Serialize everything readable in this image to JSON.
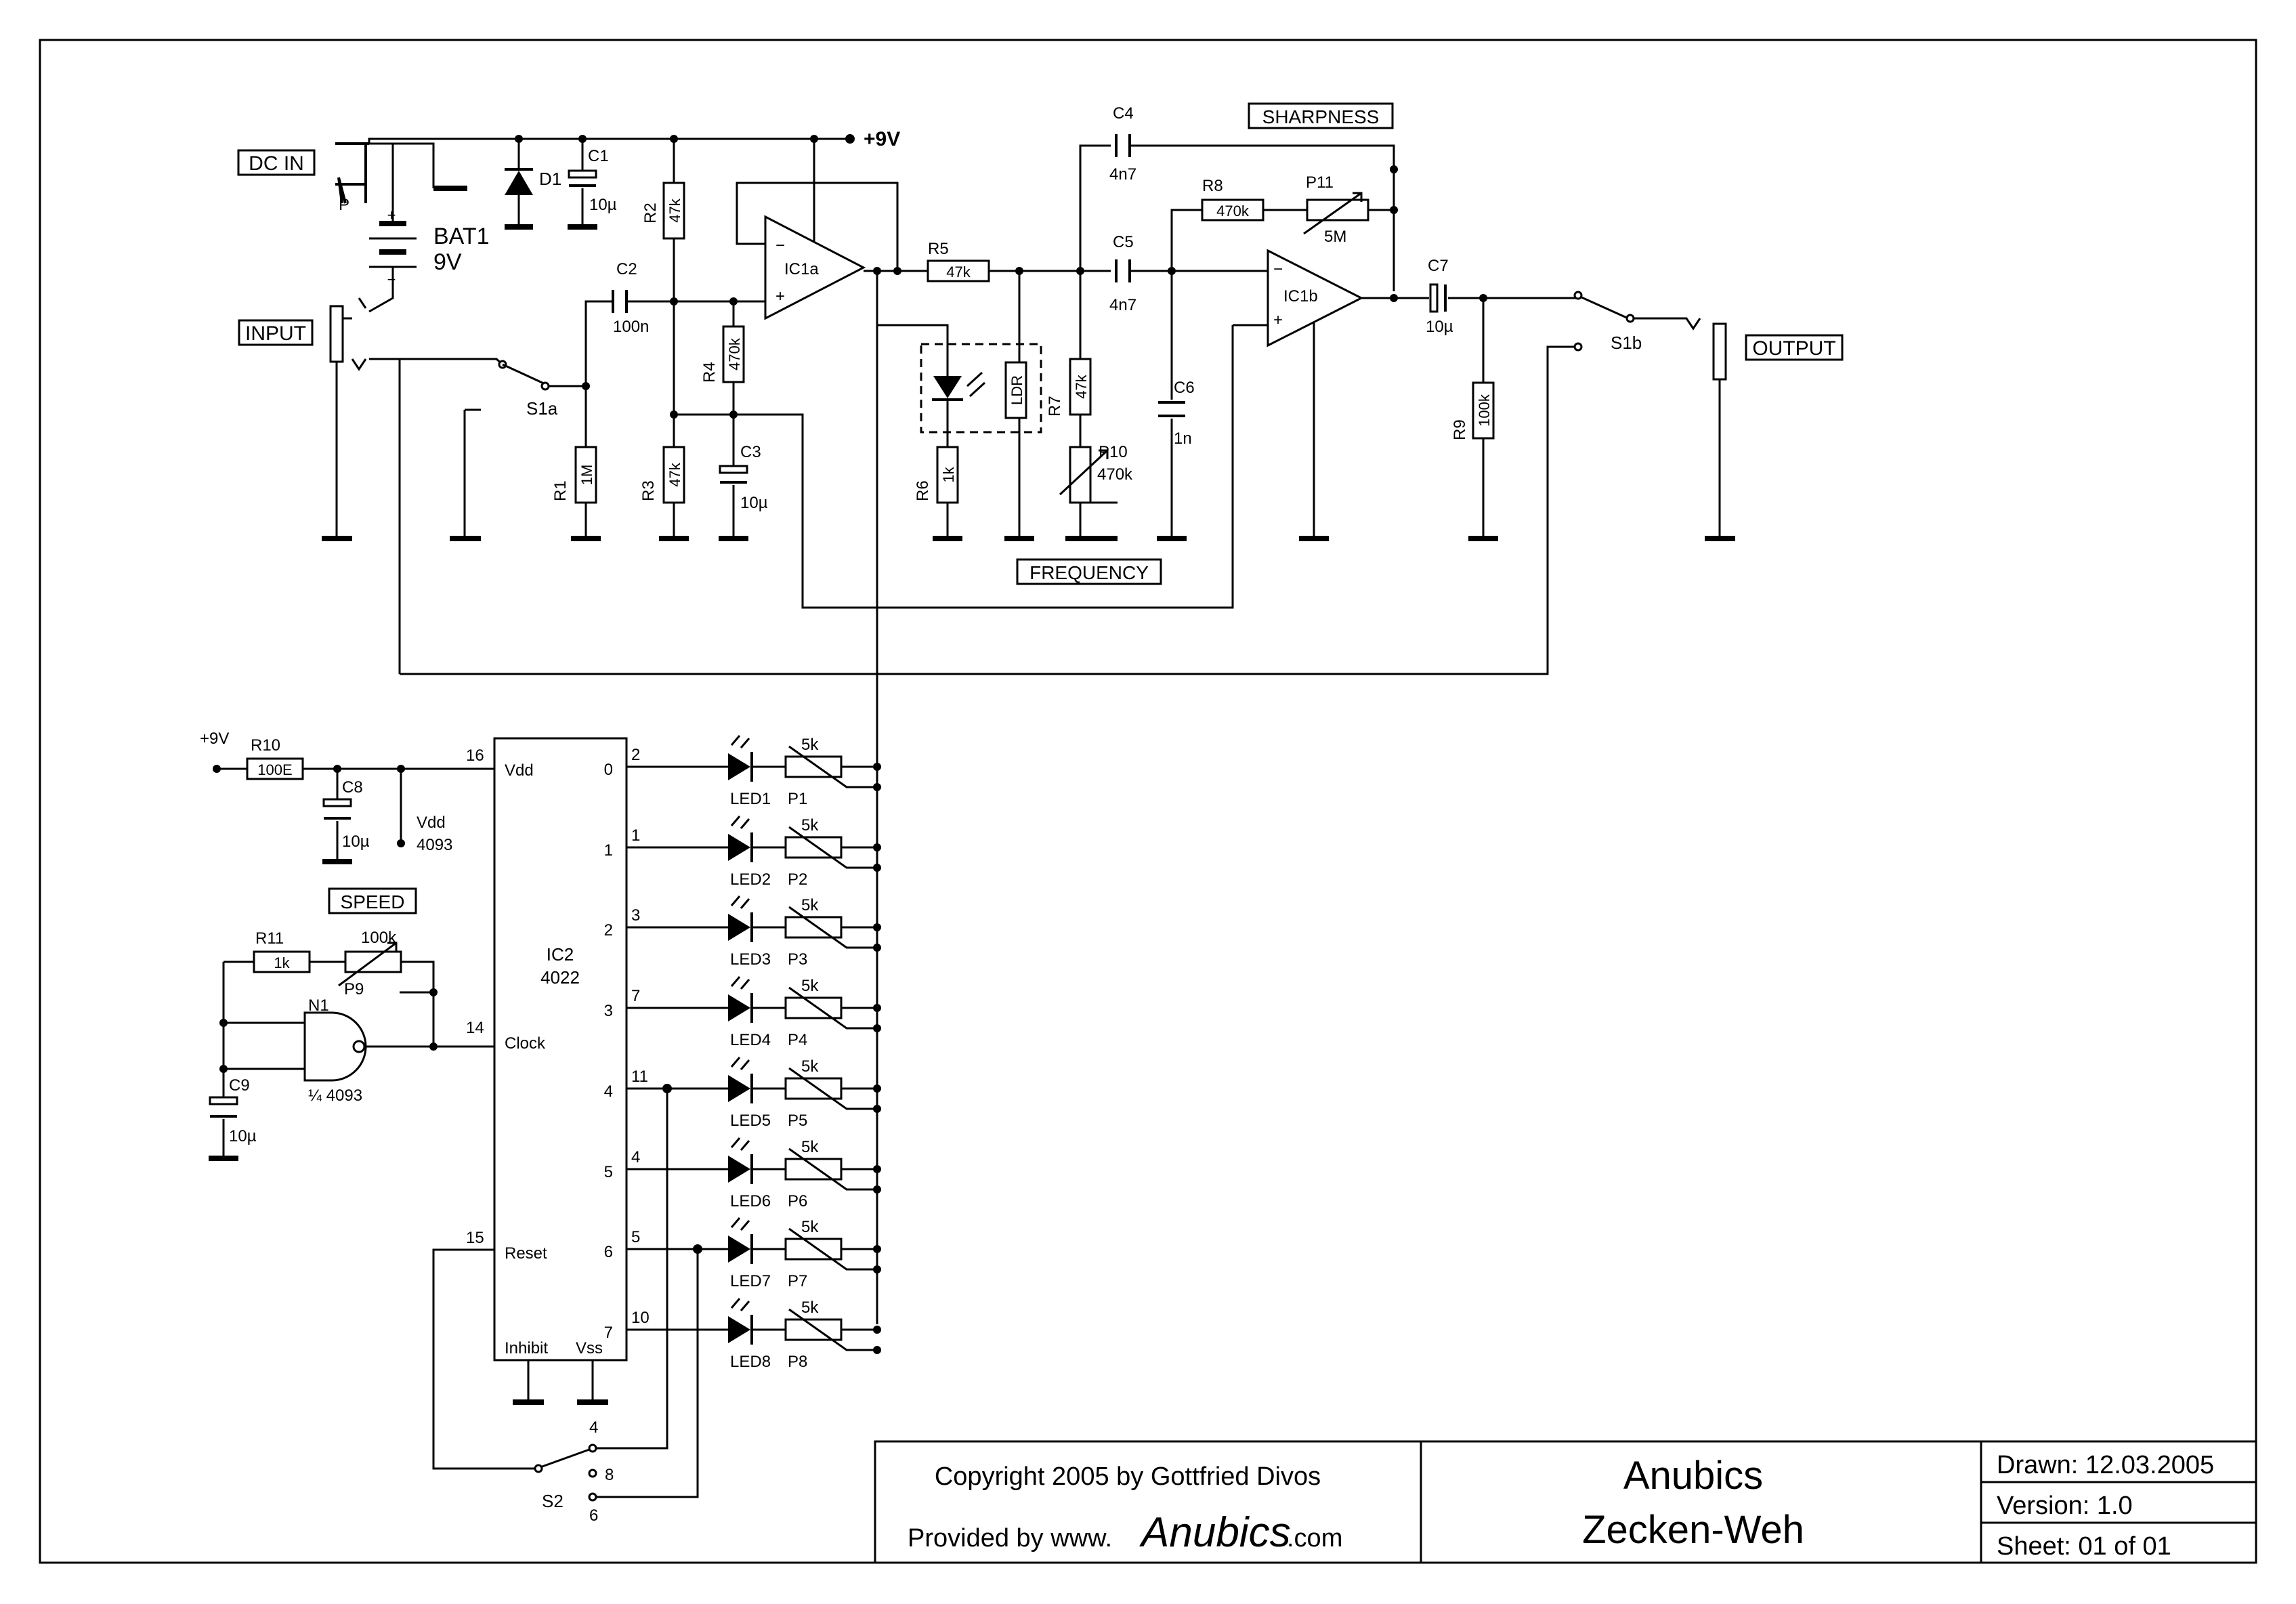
{
  "labels": {
    "dc_in": "DC IN",
    "input": "INPUT",
    "output": "OUTPUT",
    "sharpness": "SHARPNESS",
    "frequency": "FREQUENCY",
    "speed": "SPEED",
    "supply": "+9V",
    "supply_small": "+9V"
  },
  "components": {
    "bat_name": "BAT1",
    "bat_value": "9V",
    "plug_p": "P",
    "d1": "D1",
    "c1": "C1",
    "c1_val": "10µ",
    "r2": "R2",
    "r2_val": "47k",
    "c2": "C2",
    "c2_val": "100n",
    "r4": "R4",
    "r4_val": "470k",
    "r1": "R1",
    "r1_val": "1M",
    "r3": "R3",
    "r3_val": "47k",
    "c3": "C3",
    "c3_val": "10µ",
    "s1a": "S1a",
    "ic1a": "IC1a",
    "r5": "R5",
    "r5_val": "47k",
    "ldr": "LDR",
    "r6": "R6",
    "r6_val": "1k",
    "c4": "C4",
    "c4_val": "4n7",
    "c5": "C5",
    "c5_val": "4n7",
    "r7": "R7",
    "r7_val": "47k",
    "p10": "P10",
    "p10_val": "470k",
    "r8": "R8",
    "r8_val": "470k",
    "p11": "P11",
    "p11_val": "5M",
    "c6": "C6",
    "c6_val": "1n",
    "ic1b": "IC1b",
    "c7": "C7",
    "c7_val": "10µ",
    "r9": "R9",
    "r9_val": "100k",
    "s1b": "S1b",
    "r10": "R10",
    "r10_val": "100E",
    "c8": "C8",
    "c8_val": "10µ",
    "vdd_note": "Vdd",
    "vdd_note2": "4093",
    "r11": "R11",
    "r11_val": "1k",
    "p9": "P9",
    "p9_val": "100k",
    "n1": "N1",
    "n1_part": "¼ 4093",
    "c9": "C9",
    "c9_val": "10µ",
    "ic2": "IC2",
    "ic2_part": "4022",
    "s2": "S2",
    "s2_4": "4",
    "s2_8": "8",
    "s2_6": "6",
    "plus": "+",
    "minus": "−"
  },
  "ic2_pins": {
    "vdd": "Vdd",
    "vdd_num": "16",
    "clock": "Clock",
    "clock_num": "14",
    "reset": "Reset",
    "reset_num": "15",
    "inhibit": "Inhibit",
    "vss": "Vss"
  },
  "outputs": [
    {
      "out": "0",
      "pin": "2",
      "led": "LED1",
      "pot": "P1",
      "val": "5k"
    },
    {
      "out": "1",
      "pin": "1",
      "led": "LED2",
      "pot": "P2",
      "val": "5k"
    },
    {
      "out": "2",
      "pin": "3",
      "led": "LED3",
      "pot": "P3",
      "val": "5k"
    },
    {
      "out": "3",
      "pin": "7",
      "led": "LED4",
      "pot": "P4",
      "val": "5k"
    },
    {
      "out": "4",
      "pin": "11",
      "led": "LED5",
      "pot": "P5",
      "val": "5k"
    },
    {
      "out": "5",
      "pin": "4",
      "led": "LED6",
      "pot": "P6",
      "val": "5k"
    },
    {
      "out": "6",
      "pin": "5",
      "led": "LED7",
      "pot": "P7",
      "val": "5k"
    },
    {
      "out": "7",
      "pin": "10",
      "led": "LED8",
      "pot": "P8",
      "val": "5k"
    }
  ],
  "title_block": {
    "copyright": "Copyright 2005 by Gottfried Divos",
    "provided_by": "Provided by  www.",
    "brand": "Anubics",
    "dotcom": ".com",
    "project_line1": "Anubics",
    "project_line2": "Zecken-Weh",
    "drawn": "Drawn:  12.03.2005",
    "version": "Version:  1.0",
    "sheet": "Sheet:  01  of  01"
  }
}
